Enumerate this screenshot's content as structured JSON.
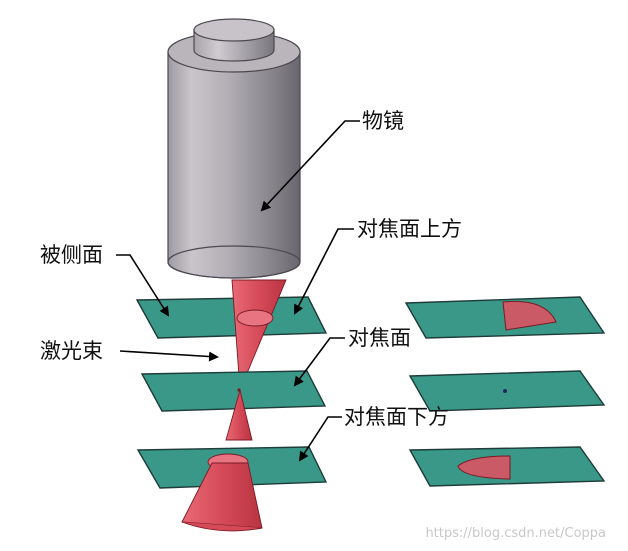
{
  "labels": {
    "objective": "物镜",
    "above_focal_plane": "对焦面上方",
    "measured_surface": "被侧面",
    "laser_beam": "激光束",
    "focal_plane": "对焦面",
    "below_focal_plane": "对焦面下方"
  },
  "watermark": "https://blog.csdn.net/Coppa",
  "colors": {
    "plate_fill": "#3a9888",
    "plate_stroke": "#1e3c3a",
    "beam_fill": "#d9505e",
    "spot_fill": "#c95a66",
    "objective_light": "#c2bec4",
    "objective_dark": "#6e6a72"
  }
}
